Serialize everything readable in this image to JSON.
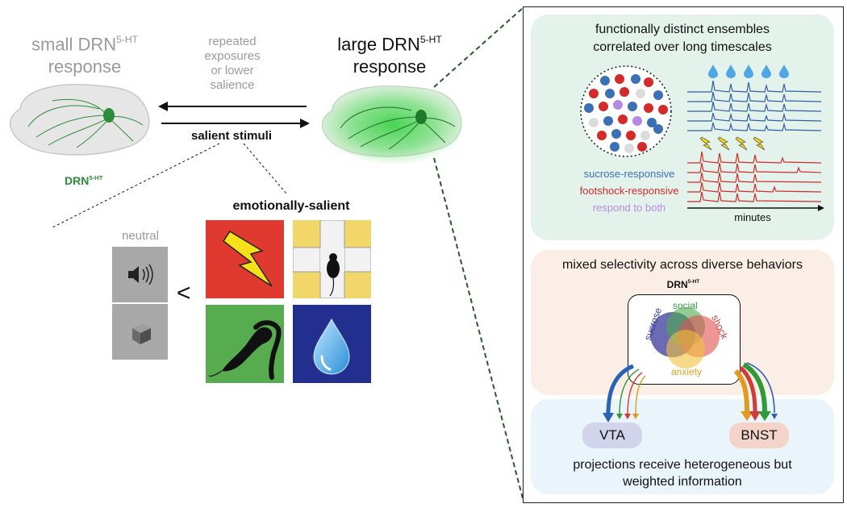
{
  "left": {
    "small_response": {
      "line1_main": "small DRN",
      "line1_sup": "5-HT",
      "line2": "response"
    },
    "large_response": {
      "line1_main": "large DRN",
      "line1_sup": "5-HT",
      "line2": "response"
    },
    "arrow_back_label": [
      "repeated",
      "exposures",
      "or lower",
      "salience"
    ],
    "arrow_forward_label": "salient stimuli",
    "drn_label": {
      "main": "DRN",
      "sup": "5-HT"
    },
    "neutral_label": "neutral",
    "less_than": "<",
    "emotional_label": "emotionally-salient"
  },
  "panel_top": {
    "title_lines": [
      "functionally distinct ensembles",
      "correlated over long timescales"
    ],
    "legend": [
      {
        "text": "sucrose-responsive",
        "color": "#3b6fb6"
      },
      {
        "text": "footshock-responsive",
        "color": "#d42a2a"
      },
      {
        "text": "respond to both",
        "color": "#b48be3"
      }
    ],
    "time_axis_label": "minutes"
  },
  "panel_mid": {
    "title": "mixed selectivity across diverse behaviors",
    "box_label": {
      "main": "DRN",
      "sup": "5-HT"
    },
    "venn_labels": [
      {
        "text": "sucrose",
        "color": "#3a3a9a"
      },
      {
        "text": "social",
        "color": "#2f9a3a"
      },
      {
        "text": "shock",
        "color": "#d43a3a"
      },
      {
        "text": "anxiety",
        "color": "#e0a020"
      }
    ]
  },
  "panel_bottom": {
    "target_left": "VTA",
    "target_right": "BNST",
    "caption_lines": [
      "projections receive heterogeneous but",
      "weighted information"
    ]
  },
  "colors": {
    "brain_green": "#2e8b3a",
    "sucrose_blue": "#3b6fb6",
    "shock_red": "#d42a2a",
    "both_purple": "#b48be3",
    "panel_top_bg": "#e4f2ec",
    "panel_mid_bg": "#fbeee6",
    "panel_bottom_bg": "#eaf4fb"
  },
  "icons": [
    "speaker-icon",
    "cube-icon",
    "lightning-icon",
    "mouse-icon",
    "water-drop-icon",
    "water-droplet-icon",
    "lightning-bolt-icon"
  ]
}
